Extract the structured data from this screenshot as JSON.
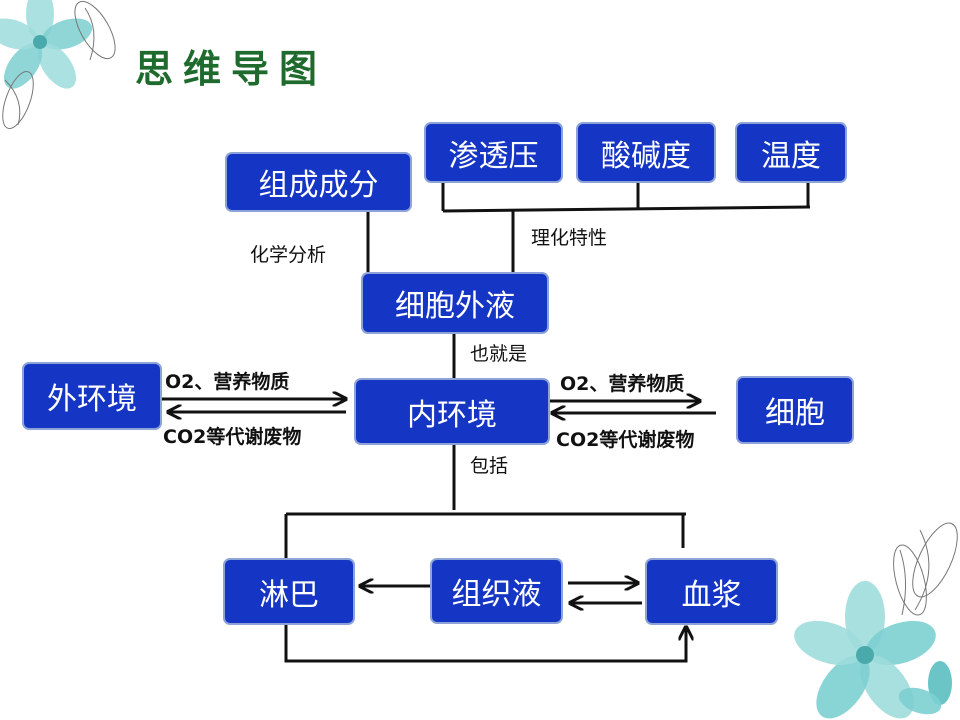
{
  "title": "思维导图",
  "nodes": {
    "zucheng": "组成成分",
    "shentouya": "渗透压",
    "suanjiandu": "酸碱度",
    "wendu": "温度",
    "xibaowaiye": "细胞外液",
    "waihuanjing": "外环境",
    "neihuanjing": "内环境",
    "xibao": "细胞",
    "linba": "淋巴",
    "zuzhiye": "组织液",
    "xuejiang": "血浆"
  },
  "labels": {
    "huaxuefenxi": "化学分析",
    "lihuatexing": "理化特性",
    "yejiushi": "也就是",
    "baokuo": "包括",
    "o2_left": "O2、营养物质",
    "co2_left": "CO2等代谢废物",
    "o2_right": "O2、营养物质",
    "co2_right": "CO2等代谢废物"
  },
  "colors": {
    "box_fill": "#1535c4",
    "box_border": "#8da3d8",
    "line": "#111111",
    "title": "#1f6b2e",
    "flower": "#7ccfd0"
  }
}
